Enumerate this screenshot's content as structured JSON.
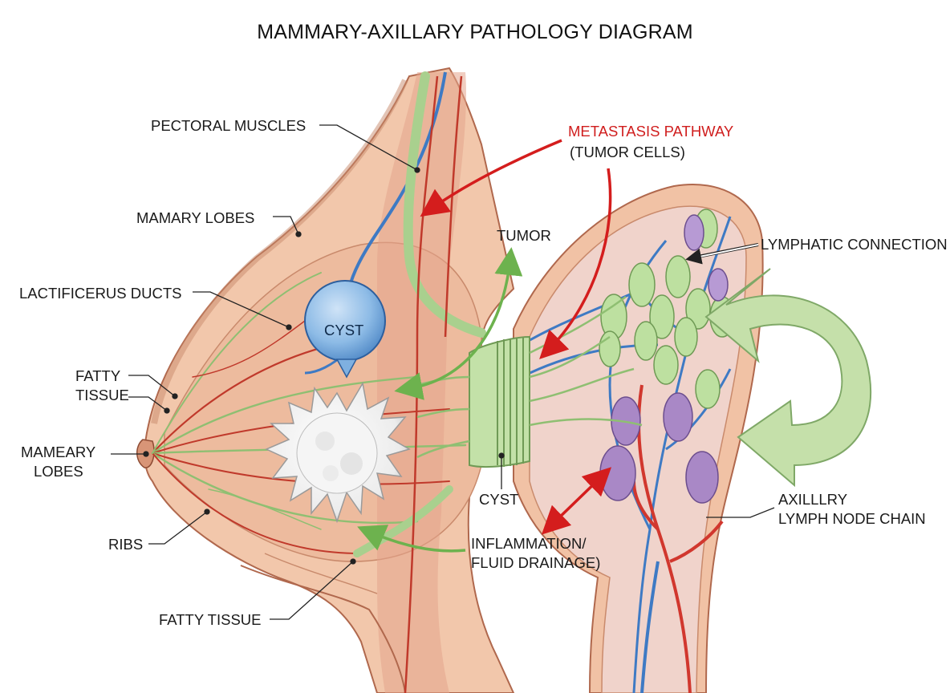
{
  "title": "MAMMARY-AXILLARY PATHOLOGY DIAGRAM",
  "labels": {
    "pectoral_muscles": "PECTORAL MUSCLES",
    "mamary_lobes": "MAMARY LOBES",
    "lactificerus_ducts": "LACTIFICERUS DUCTS",
    "fatty_tissue_left": [
      "FATTY",
      "TISSUE"
    ],
    "mameary_lobes": [
      "MAMEARY",
      "LOBES"
    ],
    "ribs": "RIBS",
    "fatty_tissue_bottom": "FATTY TISSUE",
    "metastasis_pathway": "METASTASIS PATHWAY",
    "tumor_cells": "(TUMOR CELLS)",
    "tumor": "TUMOR",
    "lymphatic_connection": "LYMPHATIC CONNECTION",
    "cyst_inside": "CYST",
    "cyst_lower": "CYST",
    "inflammation": [
      "INFLAMMATION/",
      "FLUID DRAINAGE)"
    ],
    "axillary_chain": [
      "AXILLLRY",
      "LYMPH NODE CHAIN"
    ]
  },
  "colors": {
    "skin": "#f2c7ab",
    "muscle": "#dd9a85",
    "fat": "#efc6a8",
    "vessel_red": "#d1372e",
    "vessel_blue": "#3e7ac4",
    "lymph_green": "#b7d99a",
    "node_purple": "#a988c6",
    "cyst_blue": "#7fb0e0",
    "tumor_white": "#f2f2f2",
    "arrow_red": "#d41d1d",
    "arrow_green": "#6db24e",
    "metastasis_text": "#d01e1e"
  }
}
